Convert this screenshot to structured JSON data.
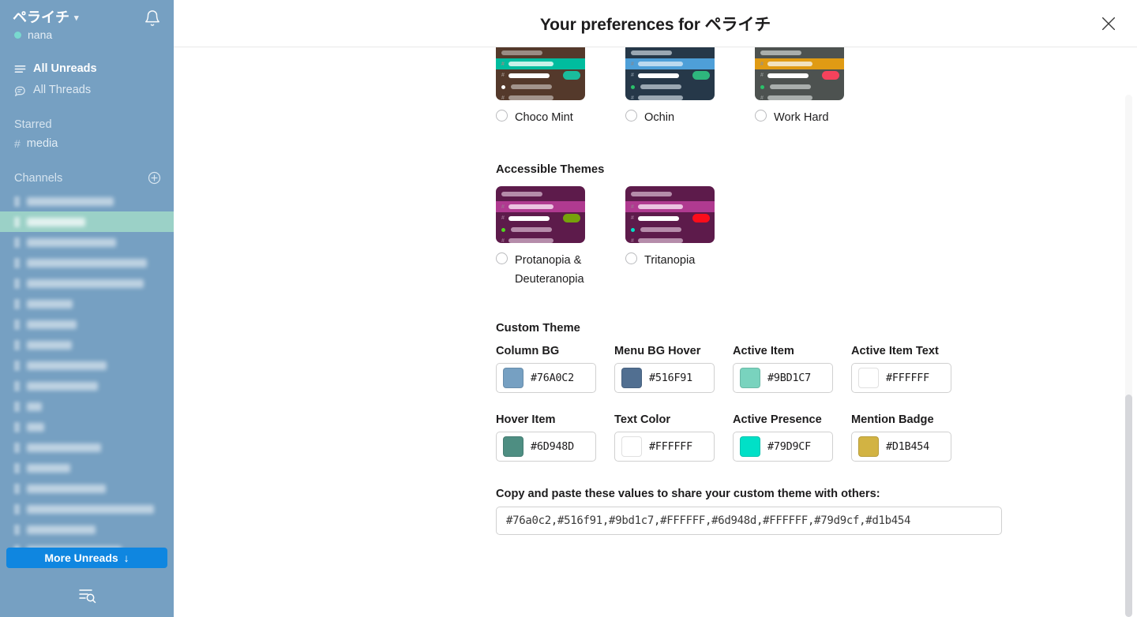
{
  "sidebar": {
    "team_name": "ペライチ",
    "chevron_icon": "chevron-down-icon",
    "notifications_icon": "bell-icon",
    "user_name": "nana",
    "presence_color": "#79D9CF",
    "nav": [
      {
        "label": "All Unreads",
        "icon": "unreads-icon",
        "active": true
      },
      {
        "label": "All Threads",
        "icon": "threads-icon",
        "active": false
      }
    ],
    "starred": {
      "heading": "Starred",
      "items": [
        {
          "prefix": "#",
          "label": "media"
        }
      ]
    },
    "channels": {
      "heading": "Channels",
      "add_icon": "plus-circle-icon",
      "redacted_items": [
        {
          "w": 110,
          "selected": false
        },
        {
          "w": 74,
          "selected": true
        },
        {
          "w": 113,
          "selected": false
        },
        {
          "w": 152,
          "selected": false
        },
        {
          "w": 148,
          "selected": false
        },
        {
          "w": 58,
          "selected": false
        },
        {
          "w": 63,
          "selected": false
        },
        {
          "w": 57,
          "selected": false
        },
        {
          "w": 101,
          "selected": false
        },
        {
          "w": 90,
          "selected": false
        },
        {
          "w": 19,
          "selected": false
        },
        {
          "w": 22,
          "selected": false
        },
        {
          "w": 94,
          "selected": false
        },
        {
          "w": 55,
          "selected": false
        },
        {
          "w": 100,
          "selected": false
        },
        {
          "w": 161,
          "selected": false
        },
        {
          "w": 87,
          "selected": false
        },
        {
          "w": 120,
          "selected": false
        }
      ]
    },
    "more_unreads": {
      "label": "More Unreads",
      "arrow": "arrow-down-icon"
    },
    "footer_icon": "search-list-icon",
    "background_color": "#76A0C2",
    "active_item_color": "#9BD1C7"
  },
  "modal": {
    "title": "Your preferences for ペライチ",
    "close_icon": "close-icon"
  },
  "themes": {
    "standard": [
      {
        "name": "Choco Mint",
        "selected": false,
        "swatch": {
          "column_bg": "#54392B",
          "active_item": "#00BC9E",
          "active_item_text": "#C8F2E9",
          "title_bar": "#9A8C84",
          "text": "#FFFFFF",
          "hash": "#9A8C84",
          "badge": "#1ABC9C",
          "presence": "#FFFFFF",
          "muted": "#A2948C"
        }
      },
      {
        "name": "Ochin",
        "selected": false,
        "swatch": {
          "column_bg": "#263849",
          "active_item": "#4E9FD8",
          "active_item_text": "#BBD9EF",
          "title_bar": "#9AA7B2",
          "text": "#FFFFFF",
          "hash": "#7D8C99",
          "badge": "#2EB67D",
          "presence": "#2BC16A",
          "muted": "#9AA7B2"
        }
      },
      {
        "name": "Work Hard",
        "selected": false,
        "swatch": {
          "column_bg": "#4D5250",
          "active_item": "#E09B14",
          "active_item_text": "#F2E3C0",
          "title_bar": "#A9AEAC",
          "text": "#FFFFFF",
          "hash": "#8F9492",
          "badge": "#F5425C",
          "presence": "#2BC16A",
          "muted": "#A9AEAC"
        }
      }
    ],
    "accessible_heading": "Accessible Themes",
    "accessible": [
      {
        "name": "Protanopia & Deuteranopia",
        "selected": false,
        "swatch": {
          "column_bg": "#5D1B4B",
          "active_item": "#B03A90",
          "active_item_text": "#EBC3E0",
          "title_bar": "#B58CAA",
          "text": "#FFFFFF",
          "hash": "#9E6E92",
          "badge": "#76A20B",
          "presence": "#51D61F",
          "muted": "#B58CAA"
        }
      },
      {
        "name": "Tritanopia",
        "selected": false,
        "swatch": {
          "column_bg": "#5D1B4B",
          "active_item": "#B03A90",
          "active_item_text": "#EBC3E0",
          "title_bar": "#B58CAA",
          "text": "#FFFFFF",
          "hash": "#9E6E92",
          "badge": "#FB0D1B",
          "presence": "#00E0C7",
          "muted": "#B58CAA"
        }
      }
    ]
  },
  "custom_theme": {
    "heading": "Custom Theme",
    "fields": [
      {
        "label": "Column BG",
        "value": "#76A0C2",
        "swatch": "#76A0C2"
      },
      {
        "label": "Menu BG Hover",
        "value": "#516F91",
        "swatch": "#516F91"
      },
      {
        "label": "Active Item",
        "value": "#9BD1C7",
        "swatch": "#79D3BE"
      },
      {
        "label": "Active Item Text",
        "value": "#FFFFFF",
        "swatch": "#FFFFFF"
      },
      {
        "label": "Hover Item",
        "value": "#6D948D",
        "swatch": "#4E8E82"
      },
      {
        "label": "Text Color",
        "value": "#FFFFFF",
        "swatch": "#FFFFFF"
      },
      {
        "label": "Active Presence",
        "value": "#79D9CF",
        "swatch": "#00E0C7"
      },
      {
        "label": "Mention Badge",
        "value": "#D1B454",
        "swatch": "#D2B343"
      }
    ],
    "share_label": "Copy and paste these values to share your custom theme with others:",
    "share_value": "#76a0c2,#516f91,#9bd1c7,#FFFFFF,#6d948d,#FFFFFF,#79d9cf,#d1b454"
  },
  "scrollbar": {
    "name": "vertical-scrollbar"
  }
}
